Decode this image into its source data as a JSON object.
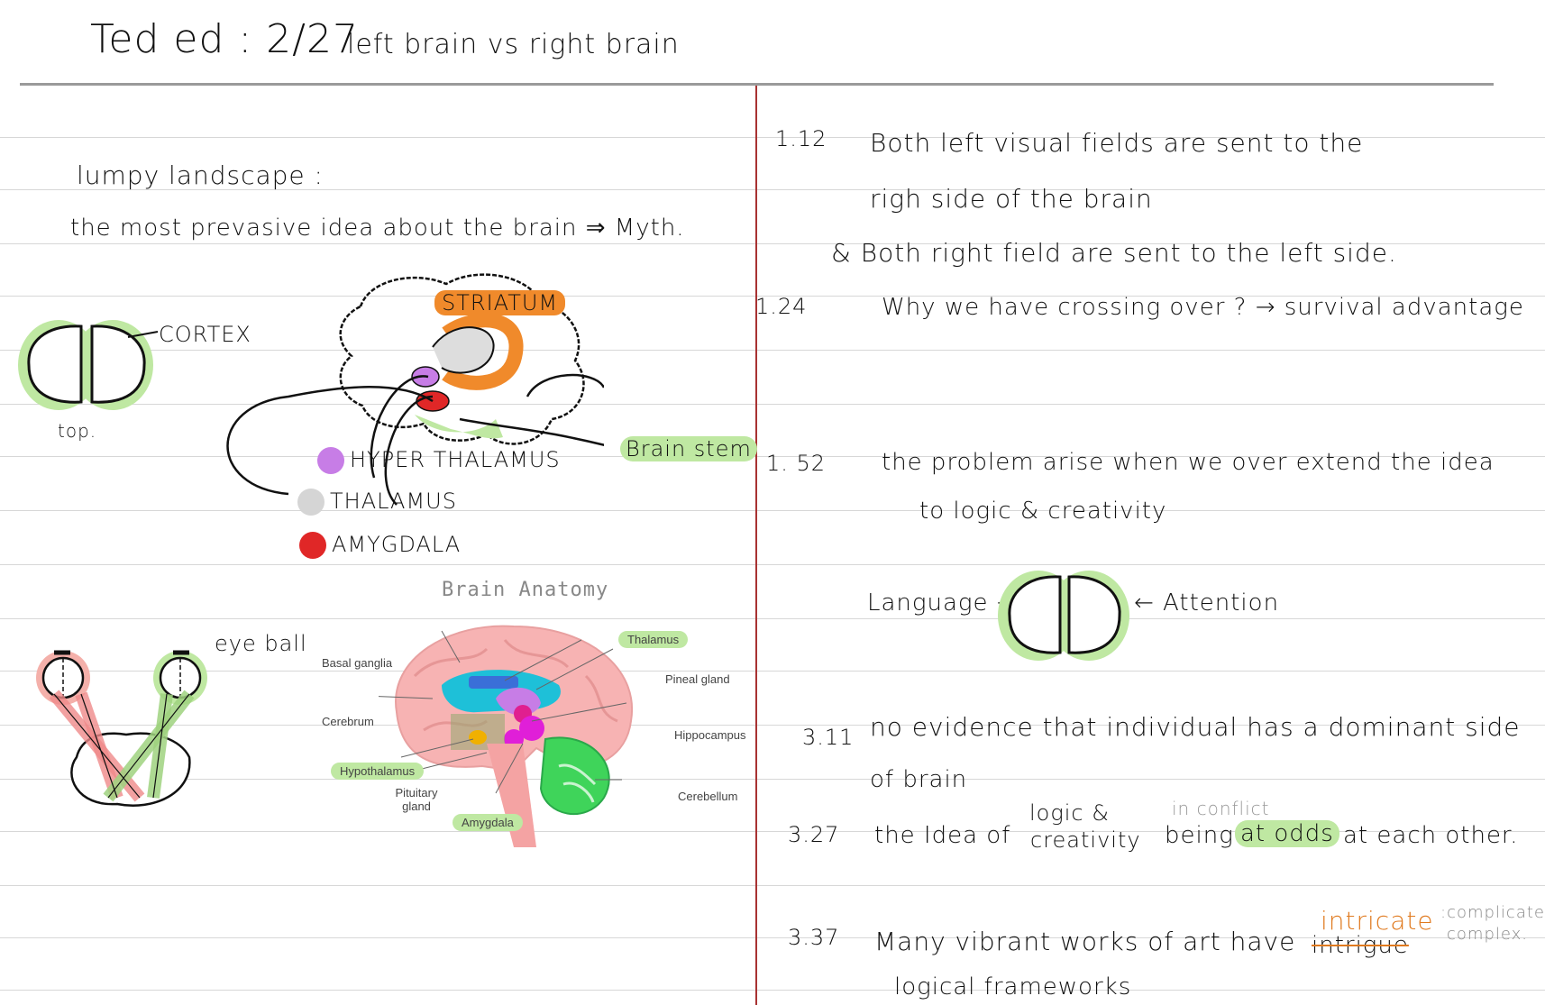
{
  "header": {
    "title": "Ted ed : 2/27",
    "topic": "left brain  vs  right brain"
  },
  "colors": {
    "highlight_green": "#bfe8a2",
    "striatum_orange": "#f08a2b",
    "hypothalamus_purple": "#c77de6",
    "thalamus_gray": "#d5d5d5",
    "amygdala_red": "#e02727",
    "margin_red": "#a83232",
    "orange_ink": "#e07a1f"
  },
  "left": {
    "lumpy": "lumpy landscape :",
    "myth": "the most  prevasive  idea  about  the  brain ⇒ Myth.",
    "cortex": "CORTEX",
    "top": "top.",
    "striatum": "STRIATUM",
    "hyper_thalamus": "HYPER THALAMUS",
    "thalamus": "THALAMUS",
    "amygdala": "AMYGDALA",
    "brain_stem": "Brain stem",
    "eye_ball": "eye ball"
  },
  "anatomy": {
    "title": "Brain Anatomy",
    "labels": {
      "thalamus": "Thalamus",
      "basal_ganglia": "Basal ganglia",
      "pineal_gland": "Pineal gland",
      "cerebrum": "Cerebrum",
      "hippocampus": "Hippocampus",
      "hypothalamus": "Hypothalamus",
      "pituitary": "Pituitary gland",
      "cerebellum": "Cerebellum",
      "amygdala": "Amygdala"
    }
  },
  "notes": [
    {
      "time": "1.12",
      "lines": [
        "Both  left  visual  fields are  sent  to  the",
        "righ  side  of   the  brain",
        "&  Both  right  field   are  sent  to  the  left  side."
      ]
    },
    {
      "time": "1.24",
      "lines": [
        "Why  we  have  crossing  over ? → survival  advantage"
      ]
    },
    {
      "time": "1. 52",
      "lines": [
        "the  problem  arise  when  we  over  extend  the  idea",
        "to  logic & creativity"
      ]
    },
    {
      "time": "3.11",
      "lines": [
        "no  evidence  that  individual  has  a  dominant  side",
        "of  brain"
      ]
    },
    {
      "time": "3.27",
      "lines": [
        "the  Idea  of",
        "being",
        "at  odds",
        "at  each  other."
      ]
    },
    {
      "time": "3.37",
      "lines": [
        "Many  vibrant  works  of  art   have",
        "logical  frameworks"
      ]
    }
  ],
  "diagram_right": {
    "language": "Language →",
    "attention": "← Attention"
  },
  "annotations": {
    "logic_creativity_top": "logic &",
    "logic_creativity_bottom": "creativity",
    "in_conflict": "in conflict",
    "intricate": "intricate",
    "intrigue": "intrigue",
    "complicated": ":complicated",
    "complex": "complex."
  }
}
